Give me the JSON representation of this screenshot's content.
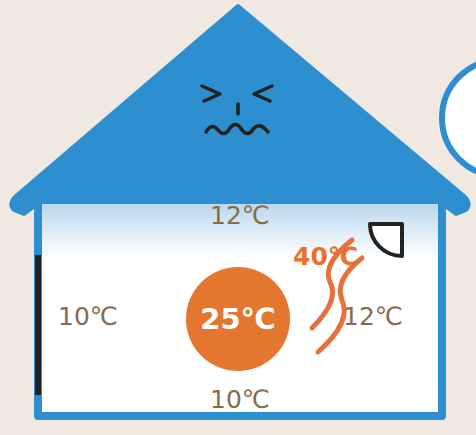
{
  "diagram": {
    "nodes": [
      {
        "text": [
          "25℃"
        ]
      }
    ],
    "labels": [
      "12℃",
      "40℃",
      "10℃",
      "12℃",
      "10℃"
    ]
  }
}
